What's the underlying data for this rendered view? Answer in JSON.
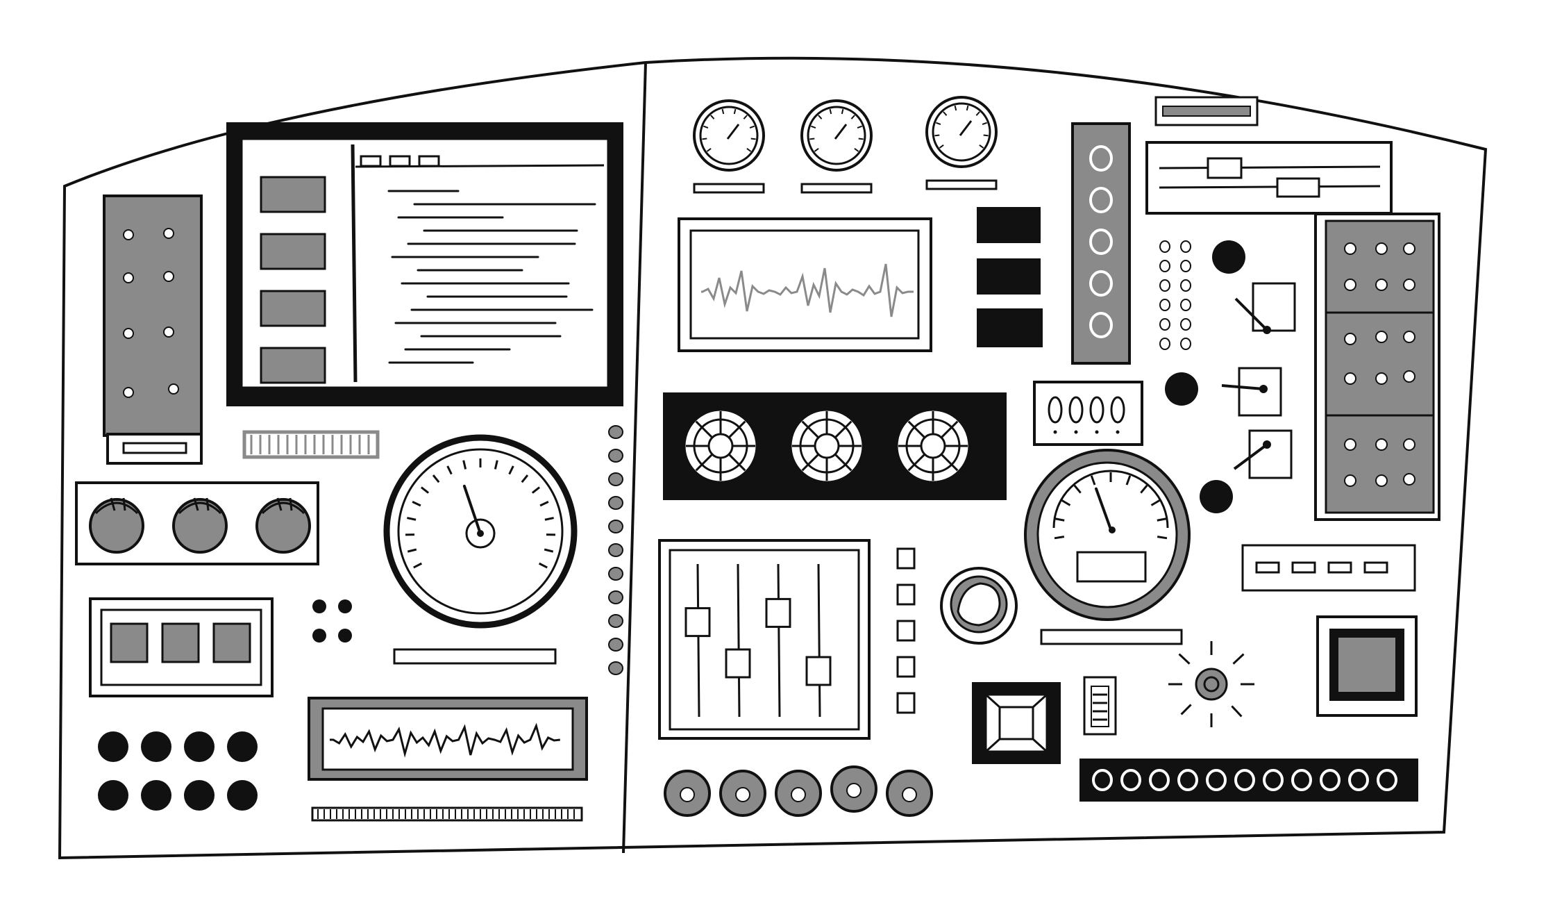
{
  "palette": {
    "ink": "#111111",
    "gray": "#8a8a8a",
    "light_gray": "#b8b8b8",
    "paper": "#ffffff"
  },
  "console": {
    "left_panel": {
      "monitor": {
        "sidebar_blocks": 4,
        "tab_buttons": 3,
        "text_lines": 14
      },
      "knobs": 3,
      "gauge": {
        "needle_level": 0.42
      },
      "indicator_column_lights": 11,
      "square_lights": 3,
      "black_buttons": 8
    },
    "right_panel": {
      "round_gauges": 3,
      "engine_fans": 3,
      "sliders": [
        {
          "level": 0.62
        },
        {
          "level": 0.35
        },
        {
          "level": 0.68
        },
        {
          "level": 0.3
        }
      ],
      "round_buttons": 5,
      "levers": 3,
      "speedometer": {
        "needle_level": 0.4
      },
      "led_strip_lights": 11,
      "vertical_ring_lights": 5,
      "toggle_switches": 5
    }
  }
}
